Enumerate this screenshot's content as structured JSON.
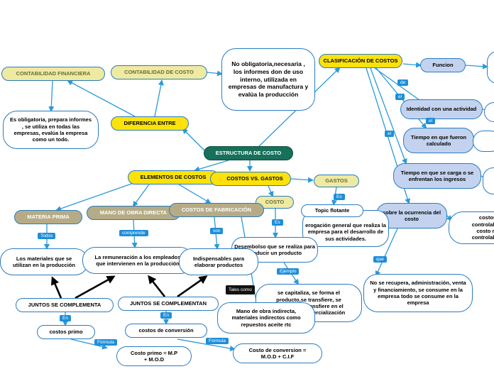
{
  "nodes": {
    "estructura": "ESTRUCTURA DE COSTO",
    "clasificacion": "CLASIFICACIÓN DE COSTOS",
    "funcion": "Funcion",
    "identidad": "Identidad con una actividad",
    "tiempo_fueron": "Tiempo en que fueron calculado",
    "tiempo_ingresos": "Tiempo en que se carga o se enfrentan los ingresos",
    "sobre_ocurrencia": "sobre la ocurrencia del costo",
    "costos_controlables": "costos controlables costo no controlables",
    "no_se_recupera": "No se recupera, administración, venta y financiamiento, se consume en la empresa todo se consume en la empresa",
    "no_obligatoria": "No obligatoria,necesaria , los informes don de uso interno, utilizada en empresas de manufactura y evalúa la producción",
    "cont_financiera": "CONTABILIDAD FINANCIERA",
    "cont_costo": "CONTABILIDAD DE COSTO",
    "es_obligatoria": "Es obligatoria, prepara informes , se utiliza en todas las empresas, evalúa la empresa como un todo.",
    "diferencia": "DIFERENCIA ENTRE",
    "elementos": "ELEMENTOS DE COSTOS",
    "costos_vs_gastos": "COSTOS VS. GASTOS",
    "gastos": "GASTOS",
    "costo": "COSTO",
    "topic": "Topic flotante",
    "erogacion": "erogación general que realiza la empresa para el desarrollo de sus actividades.",
    "desembolso": "Desembolso que se realiza para producir un producto",
    "capitaliza": "se capitaliza, se forma el producto,se transfiere, se recupera,se transfiere en el proceso de comercialización",
    "materia_prima": "MATERIA PRIMA",
    "mano_obra": "MANO DE OBRA DIRECTA",
    "costos_fabricacion": "COSTOS DE FABRICACIÓN",
    "materiales": "Los materiales que se utilizan en la producción",
    "remuneracion": "La remuneración a los empleados que intervienen en la producción",
    "indispensables": "Indispensables para elaborar productos",
    "mano_obra_indirecta": "Mano de obra indirecta, materiales indirectos como repuestos aceite rtc",
    "juntos1": "JUNTOS SE COMPLEMENTA",
    "juntos2": "JUNTOS SE COMPLEMENTAN",
    "costos_primo": "costos primo",
    "costos_conversion": "costos de conversión",
    "costo_primo_formula": "Costo primo = M.P + M.O.D",
    "costo_conversion_formula": "Costo de conversion = M.O.D + C.I.F"
  },
  "link_labels": {
    "de": "de",
    "el1": "el",
    "el2": "el",
    "el3": "el",
    "es": "Es",
    "es2": "Es",
    "todos": "Todos",
    "comprende": "comprende",
    "son": "son",
    "ejemplo": "Ejemplo",
    "tales_como": "Tales como",
    "que": "que",
    "en1": "En",
    "en2": "En",
    "formula1": "Fórmula",
    "formula2": "Fórmula"
  },
  "colors": {
    "link_blue": "#2a9ad8",
    "link_black": "#000000",
    "root_green": "#17705a",
    "yellow": "#fce20a",
    "khaki": "#eeeaa2",
    "tan": "#b5ac87",
    "light_blue": "#c3d3ef"
  }
}
